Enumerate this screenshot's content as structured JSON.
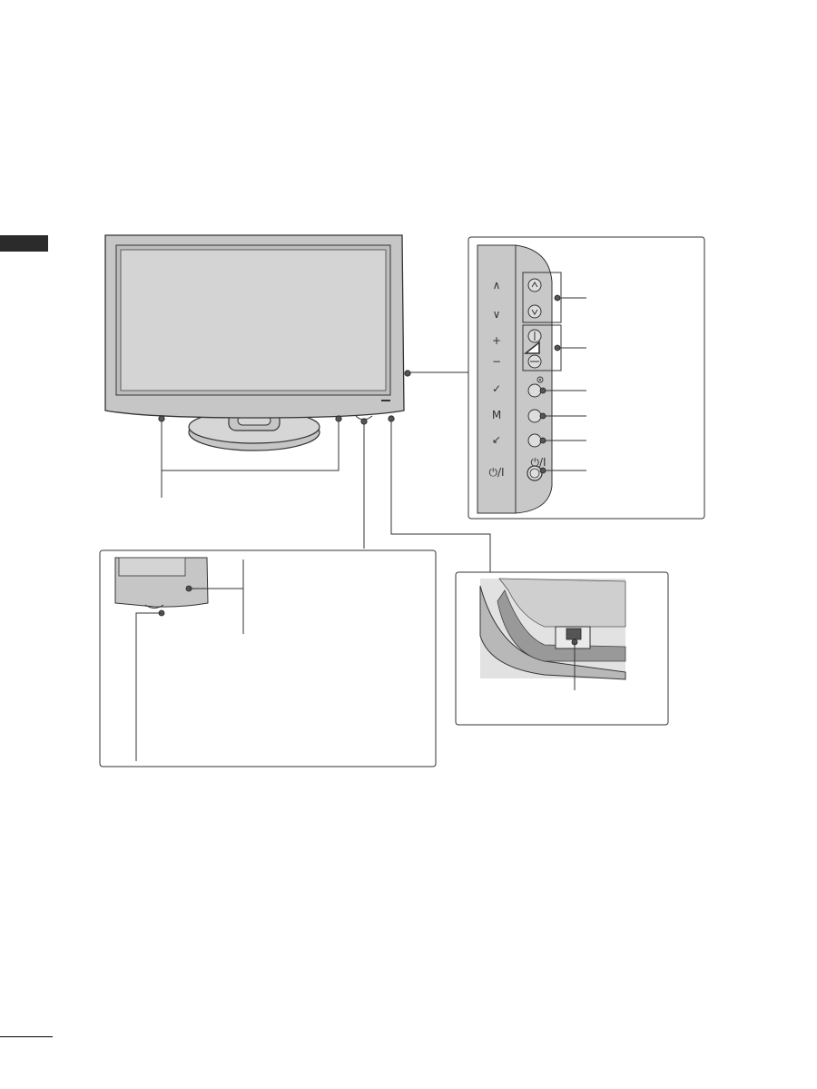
{
  "panel": {
    "labels": {
      "ch_up": "∧",
      "ch_down": "∨",
      "vol_up": "+",
      "vol_down": "−",
      "ok": "✓",
      "menu": "M",
      "input": "↙",
      "power": "⏻/I",
      "key_power": "⏻/I"
    }
  },
  "colors": {
    "tv_body": "#c6c6c6",
    "tv_screen": "#d4d4d4",
    "panel_bg": "#c8c8c8",
    "line": "#333333",
    "callout_dot": "#555555"
  },
  "icons": [
    "channel-up-icon",
    "channel-down-icon",
    "volume-icon",
    "ok-icon",
    "menu-icon",
    "input-icon",
    "power-icon"
  ]
}
